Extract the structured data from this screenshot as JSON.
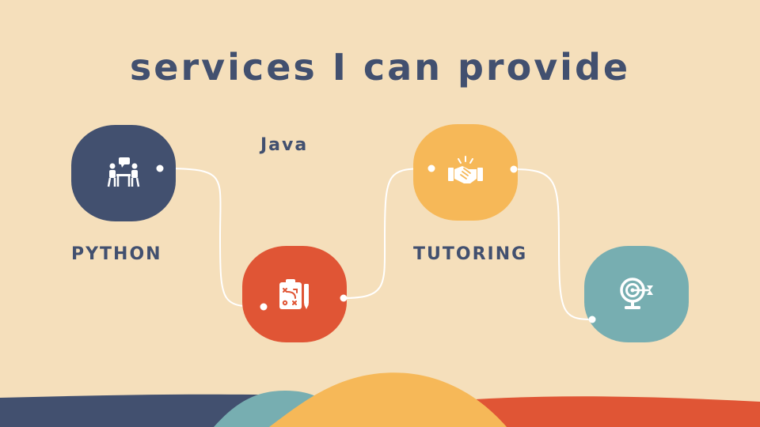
{
  "title": "services I can provide",
  "labels": {
    "python": "PYTHON",
    "java": "Java",
    "tutoring": "TUTORING"
  },
  "icons": {
    "step1": "meeting-icon",
    "step2": "strategy-board-icon",
    "step3": "handshake-icon",
    "step4": "target-icon"
  },
  "colors": {
    "background": "#f5dfbb",
    "navy": "#42506f",
    "red": "#e05535",
    "yellow": "#f6b858",
    "teal": "#77aeb1",
    "connector": "#ffffff"
  }
}
